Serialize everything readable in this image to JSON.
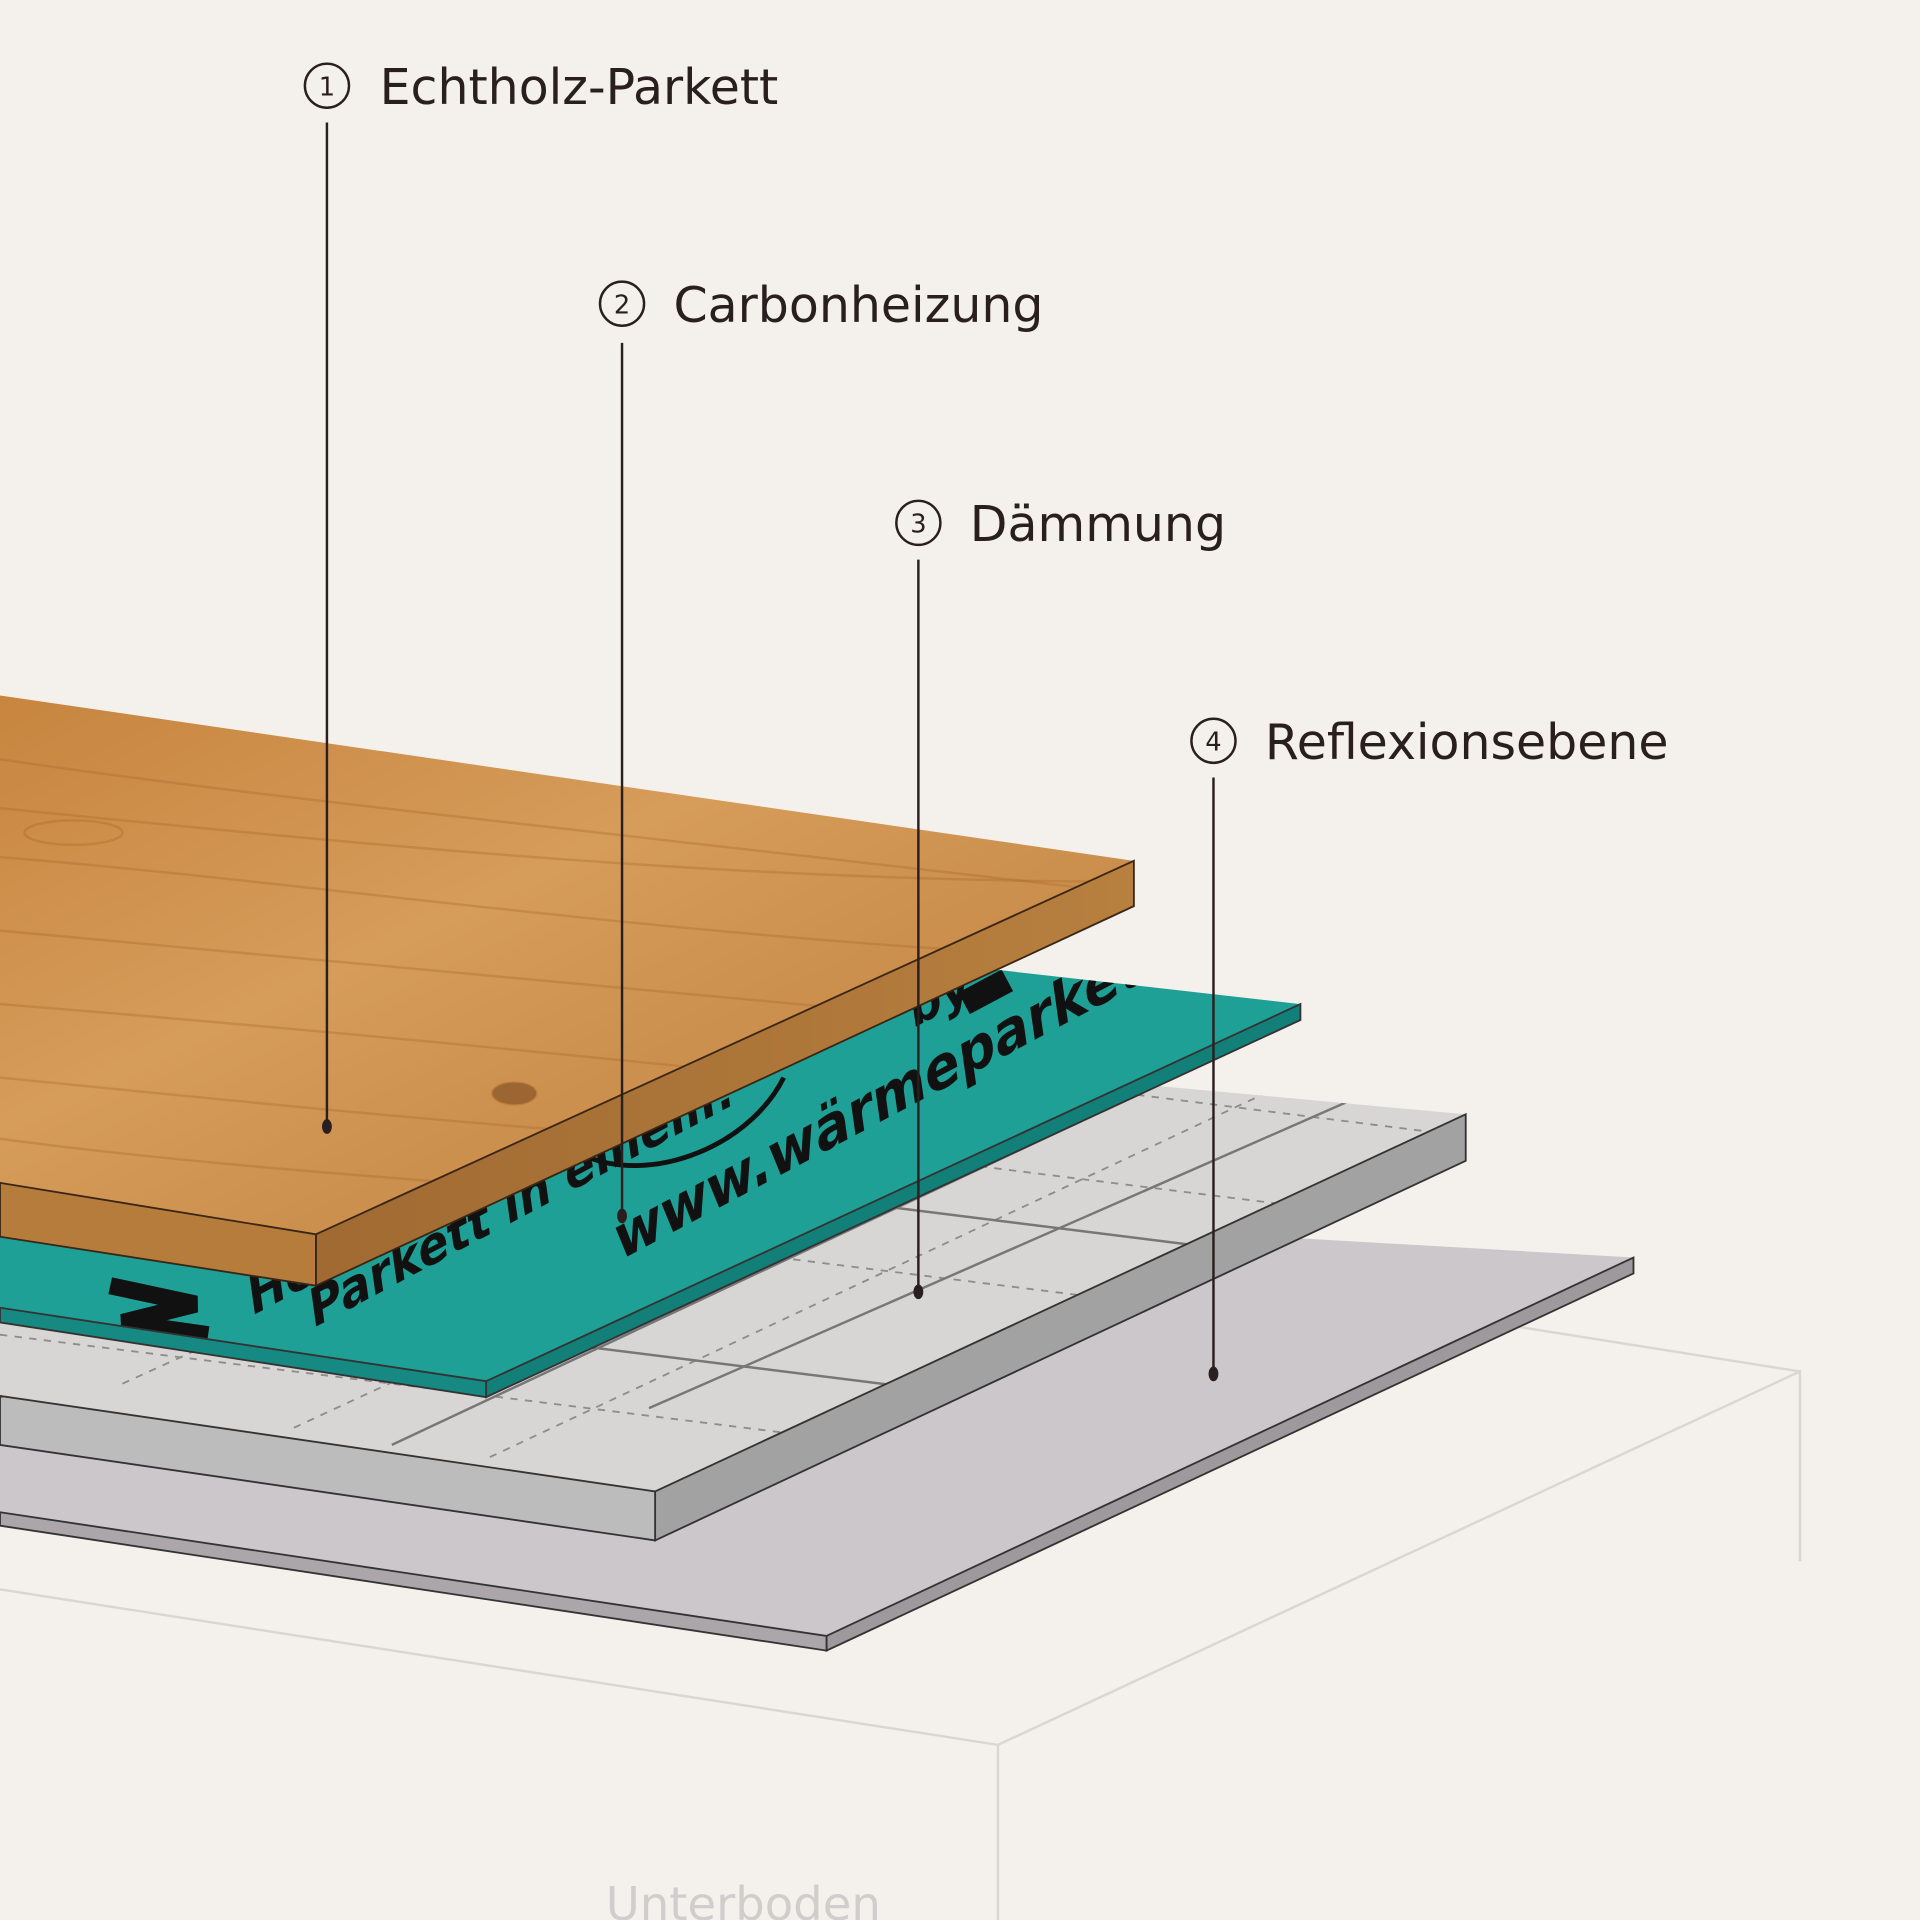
{
  "layers": [
    {
      "number": "1",
      "label": "Echtholz-Parkett"
    },
    {
      "number": "2",
      "label": "Carbonheizung"
    },
    {
      "number": "3",
      "label": "Dämmung"
    },
    {
      "number": "4",
      "label": "Reflexionsebene"
    }
  ],
  "base_label": "Unterboden",
  "heating_print": {
    "line1": "Heizung und",
    "line2": "Parkett in einem!",
    "url": "www.wärmeparkett.com",
    "by": "by"
  },
  "colors": {
    "background": "#f4f1ec",
    "wood": "#c98c45",
    "teal": "#1e9e94",
    "insulation": "#d6d4d4",
    "reflection": "#cdc8cb",
    "leader": "#2a1f1f"
  }
}
